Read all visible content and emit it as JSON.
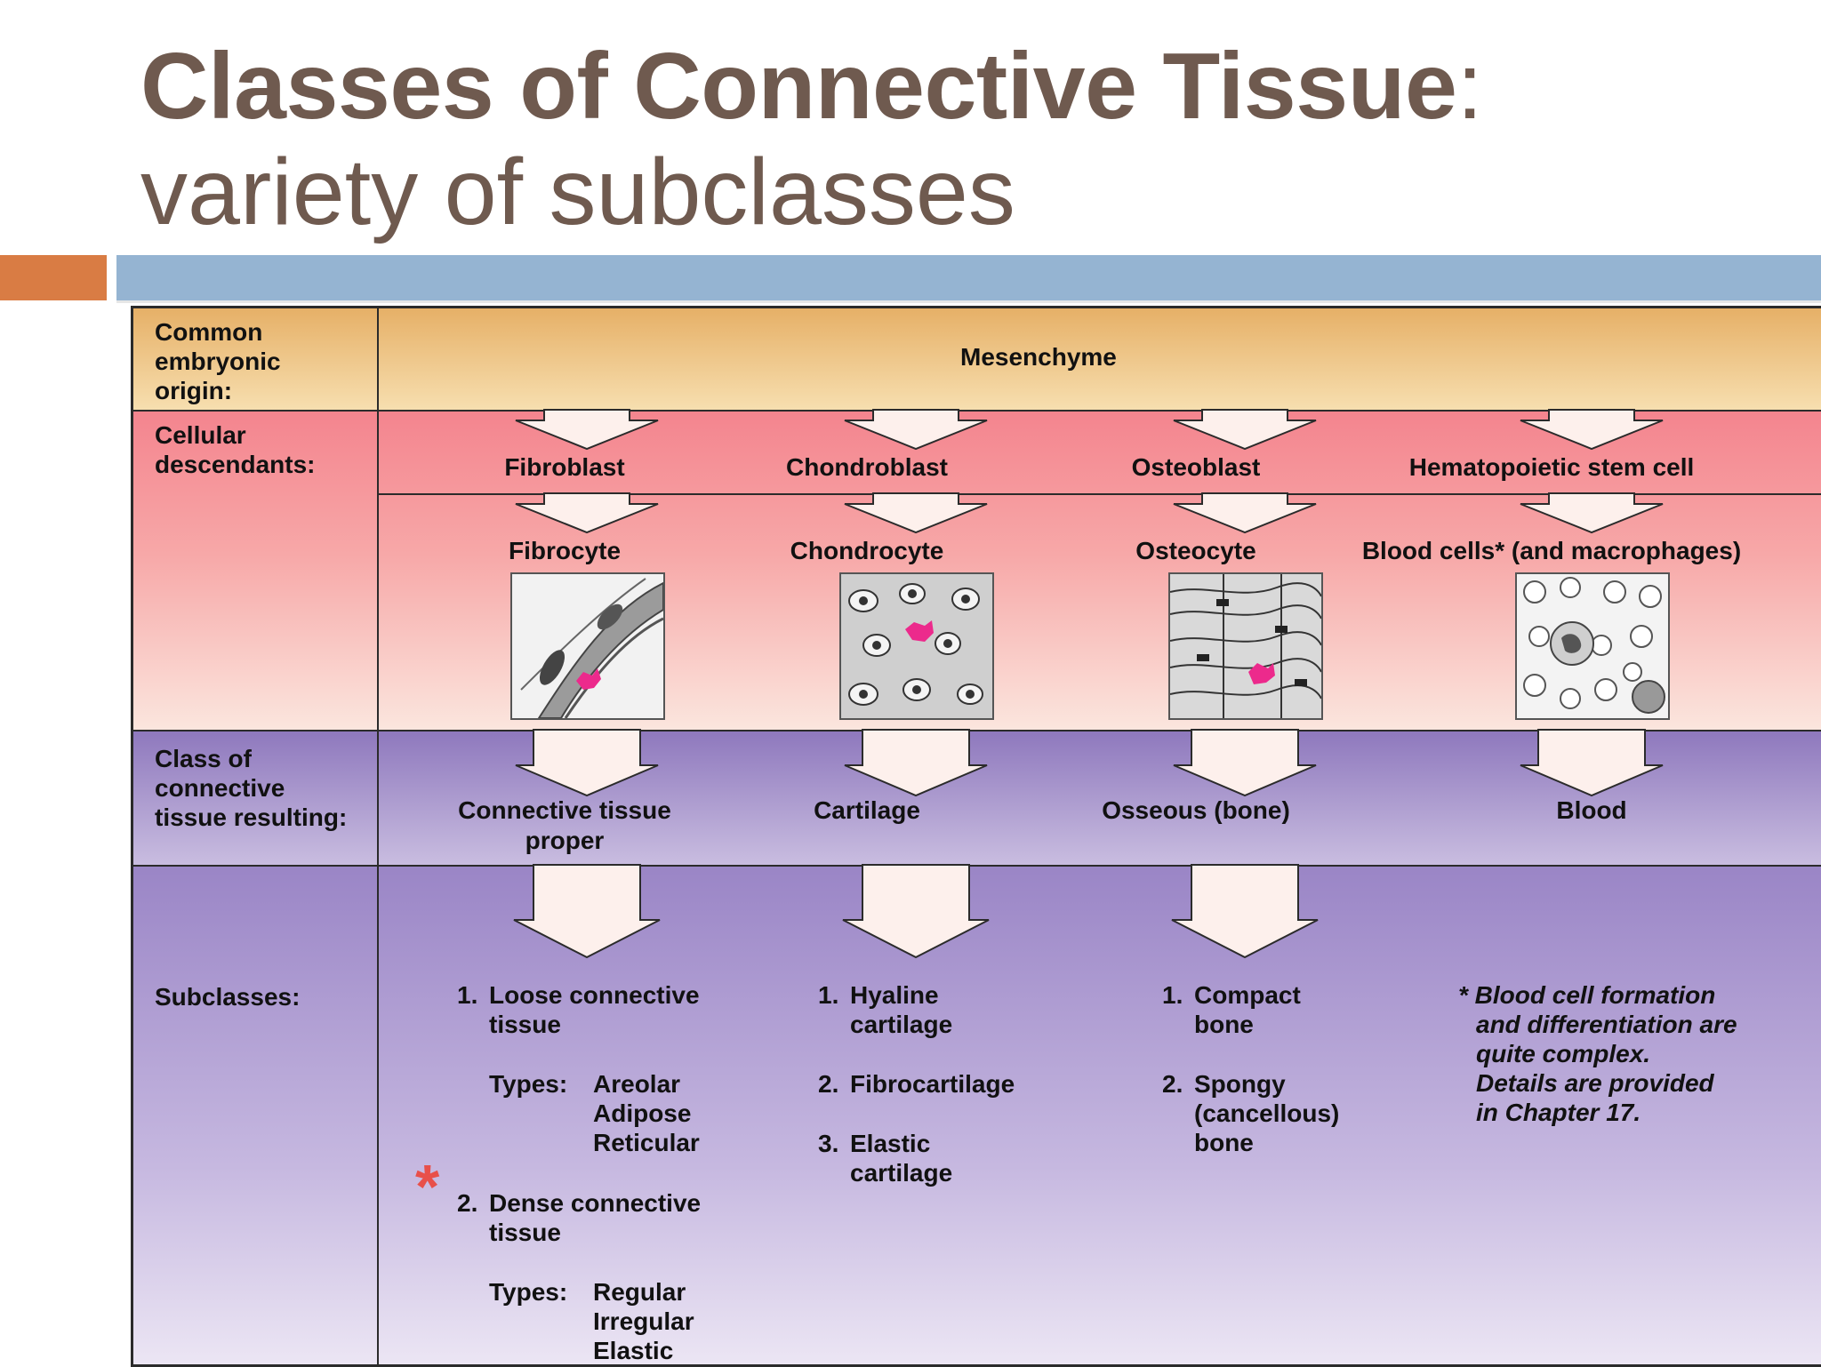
{
  "title": {
    "bold": "Classes of Connective Tissue",
    "colon": ":",
    "subtitle": "variety of subclasses"
  },
  "rows": {
    "origin": "Common embryonic origin:",
    "cells": "Cellular descendants:",
    "class": "Class of connective tissue resulting:",
    "sub": "Subclasses:"
  },
  "origin": "Mesenchyme",
  "columns": [
    {
      "blast": "Fibroblast",
      "cyte": "Fibrocyte",
      "class_line1": "Connective tissue",
      "class_line2": "proper"
    },
    {
      "blast": "Chondroblast",
      "cyte": "Chondrocyte",
      "class_line1": "Cartilage",
      "class_line2": ""
    },
    {
      "blast": "Osteoblast",
      "cyte": "Osteocyte",
      "class_line1": "Osseous (bone)",
      "class_line2": ""
    },
    {
      "blast": "Hematopoietic stem cell",
      "cyte": "Blood cells* (and macrophages)",
      "class_line1": "Blood",
      "class_line2": ""
    }
  ],
  "subclasses": {
    "ctp": {
      "n1": "1.",
      "loose_l1": "Loose connective",
      "loose_l2": "tissue",
      "types_label": "Types:",
      "loose_types": [
        "Areolar",
        "Adipose",
        "Reticular"
      ],
      "n2": "2.",
      "dense_l1": "Dense connective",
      "dense_l2": "tissue",
      "dense_types": [
        "Regular",
        "Irregular",
        "Elastic"
      ]
    },
    "cartilage": {
      "n1": "1.",
      "a_l1": "Hyaline",
      "a_l2": "cartilage",
      "n2": "2.",
      "b": "Fibrocartilage",
      "n3": "3.",
      "c_l1": "Elastic",
      "c_l2": "cartilage"
    },
    "bone": {
      "n1": "1.",
      "a_l1": "Compact",
      "a_l2": "bone",
      "n2": "2.",
      "b_l1": "Spongy",
      "b_l2": "(cancellous)",
      "b_l3": "bone"
    },
    "blood_note": [
      "* Blood cell formation",
      "and differentiation are",
      "quite complex.",
      "Details are provided",
      "in Chapter 17."
    ]
  },
  "highlight_star": "*",
  "colors": {
    "title": "#6f5a4f",
    "accent_orange": "#d97c44",
    "accent_blue": "#95b4d2",
    "star": "#e8504a",
    "cell_marker": "#ec2a8c"
  }
}
